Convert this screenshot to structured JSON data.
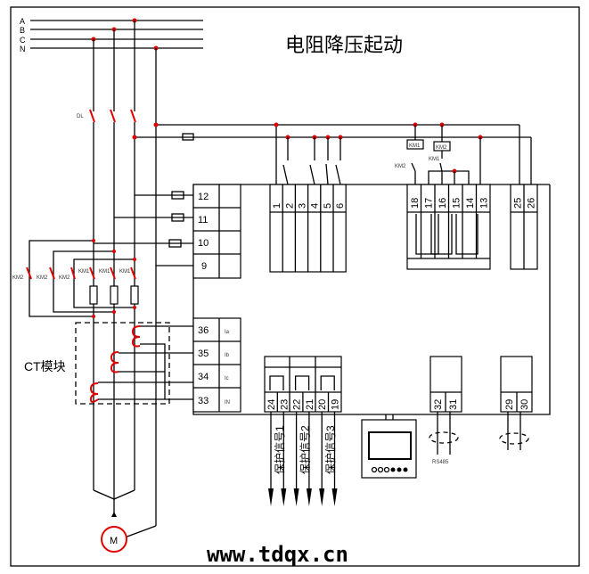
{
  "title": "电阻降压起动",
  "bus_labels": [
    "A",
    "B",
    "C",
    "N"
  ],
  "breaker_label": "DL",
  "contactors": {
    "km1": "KM1",
    "km2": "KM2"
  },
  "ct_module_label": "CT模块",
  "voltage_terminals": [
    "12",
    "11",
    "10",
    "9"
  ],
  "current_terminals": [
    {
      "num": "36",
      "label": "Ia"
    },
    {
      "num": "35",
      "label": "Ib"
    },
    {
      "num": "34",
      "label": "Ic"
    },
    {
      "num": "33",
      "label": "IN"
    }
  ],
  "input_terminals": [
    "1",
    "2",
    "3",
    "4",
    "5",
    "6"
  ],
  "output_terminals": [
    "18",
    "17",
    "16",
    "15",
    "14",
    "13"
  ],
  "power_terminals": [
    "25",
    "26"
  ],
  "signal_terminals": [
    "24",
    "23",
    "22",
    "21",
    "20",
    "19"
  ],
  "comm_terminals": [
    {
      "num": "32",
      "pol": "+"
    },
    {
      "num": "31",
      "pol": "-"
    }
  ],
  "analog_terminals": [
    {
      "num": "29",
      "pol": "-"
    },
    {
      "num": "30",
      "pol": ""
    }
  ],
  "protection_signals": [
    "保护信号1",
    "保护信号2",
    "保护信号3"
  ],
  "comm_label": "RS485",
  "motor_label": "M",
  "watermark": "www.tdqx.cn",
  "colors": {
    "wire": "#000000",
    "node": "#e00000"
  }
}
